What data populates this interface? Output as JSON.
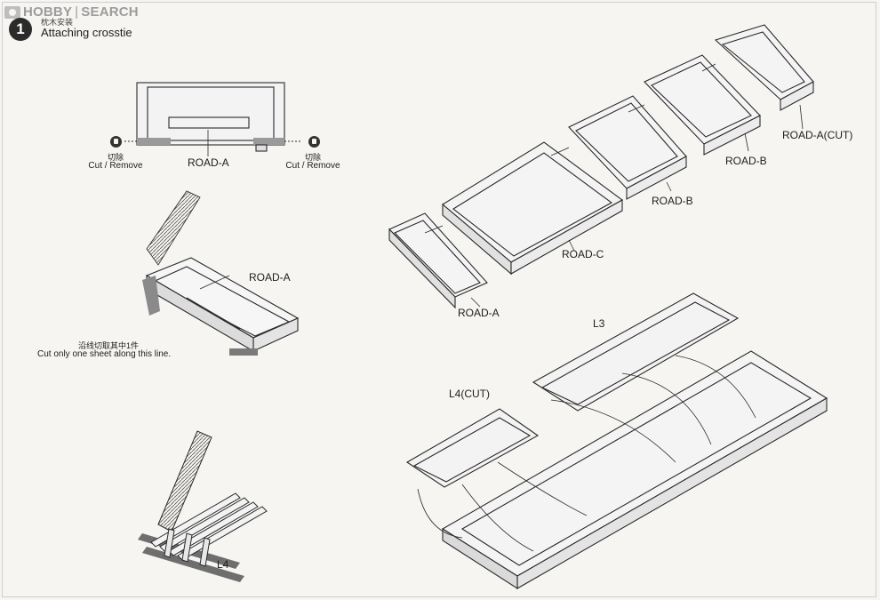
{
  "watermark": {
    "left": "HOBBY",
    "right": "SEARCH"
  },
  "step": {
    "number": "1",
    "title_cn": "枕木安装",
    "title_en": "Attaching crosstie"
  },
  "labels": {
    "road_a_top": "ROAD-A",
    "cut_cn_left": "切除",
    "cut_en_left": "Cut / Remove",
    "cut_cn_right": "切除",
    "cut_en_right": "Cut / Remove",
    "road_a_mid": "ROAD-A",
    "cut_line_cn": "沿线切取其中1件",
    "cut_line_en": "Cut only one sheet along this line.",
    "l4_bottom": "L4",
    "road_a_cut": "ROAD-A(CUT)",
    "road_b_right": "ROAD-B",
    "road_b_left": "ROAD-B",
    "road_c": "ROAD-C",
    "road_a_left": "ROAD-A",
    "l3": "L3",
    "l4_cut": "L4(CUT)"
  },
  "colors": {
    "ink": "#2a2a2a",
    "fill": "#f3f3f3",
    "shade": "#a9a9a9",
    "dark": "#6d6d6d"
  }
}
